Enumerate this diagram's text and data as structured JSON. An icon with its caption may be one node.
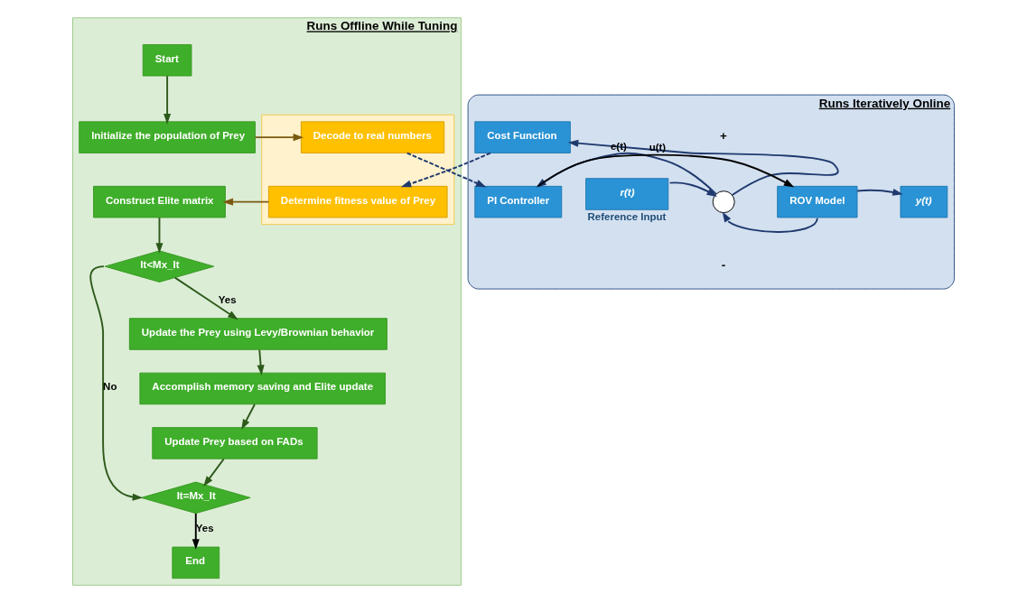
{
  "diagram": {
    "nodes": [
      {
        "text": [
          "Runs Offline While Tuning"
        ]
      },
      {
        "text": [
          "Start"
        ],
        "in": 0
      },
      {
        "text": [
          "Initialize the population of Prey"
        ],
        "in": 0
      },
      {
        "text": [
          "Construct Elite matrix"
        ],
        "in": 0
      },
      {
        "text": [
          "It<Mx_It"
        ],
        "in": 0
      },
      {
        "text": [
          "Update the Prey using Levy/Brownian behavior"
        ],
        "in": 0
      },
      {
        "text": [
          "Accomplish memory saving and Elite update"
        ],
        "in": 0
      },
      {
        "text": [
          "Update Prey based on FADs"
        ],
        "in": 0
      },
      {
        "text": [
          "It=Mx_It"
        ],
        "in": 0
      },
      {
        "text": [
          "End"
        ],
        "in": 0
      },
      {
        "text": [],
        "shape": "box",
        "in": 0
      },
      {
        "text": [
          "Decode to real numbers"
        ],
        "in": 10
      },
      {
        "text": [
          "Determine fitness value of Prey"
        ],
        "in": 10
      },
      {
        "text": [
          "Runs Iteratively Online"
        ]
      },
      {
        "text": [
          "Cost Function"
        ],
        "in": 13
      },
      {
        "text": [
          "r(t)"
        ],
        "in": 13,
        "beside": [
          "Reference Input"
        ]
      },
      {
        "text": [],
        "shape": "circle",
        "in": 13
      },
      {
        "text": [
          "PI Controller"
        ],
        "in": 13
      },
      {
        "text": [
          "ROV Model"
        ],
        "in": 13
      },
      {
        "text": [
          "y(t)"
        ],
        "in": 13
      }
    ],
    "edges": [
      {
        "from": 1,
        "to": 2,
        "arrow": "to",
        "color": "#2d5a1b"
      },
      {
        "from": 2,
        "to": 11,
        "arrow": "to",
        "color": "#7a5a10"
      },
      {
        "from": 12,
        "to": 3,
        "arrow": "to",
        "color": "#7a5a10"
      },
      {
        "from": 3,
        "to": 4,
        "arrow": "to",
        "color": "#2d5a1b"
      },
      {
        "from": 4,
        "to": 5,
        "label": "Yes",
        "arrow": "to",
        "color": "#2d5a1b"
      },
      {
        "from": 5,
        "to": 6,
        "arrow": "to",
        "color": "#2d5a1b"
      },
      {
        "from": 6,
        "to": 7,
        "arrow": "to",
        "color": "#2d5a1b"
      },
      {
        "from": 7,
        "to": 8,
        "arrow": "to",
        "color": "#2d5a1b"
      },
      {
        "from": 4,
        "to": 8,
        "label": "No",
        "arrow": "to",
        "color": "#2d5a1b"
      },
      {
        "from": 8,
        "to": 9,
        "label": "Yes",
        "arrow": "to",
        "color": "#000000"
      },
      {
        "from": 11,
        "to": 17,
        "arrow": "to",
        "style": "dashed"
      },
      {
        "from": 14,
        "to": 12,
        "arrow": "to",
        "style": "dashed"
      },
      {
        "from": 15,
        "to": 16,
        "arrow": "to"
      },
      {
        "from": 16,
        "to": 17,
        "label": "e(t)",
        "arrow": "to"
      },
      {
        "from": 16,
        "to": 14,
        "arrow": "to"
      },
      {
        "from": 17,
        "to": 18,
        "label": "u(t)",
        "arrow": "to",
        "color": "#000000"
      },
      {
        "from": 18,
        "to": 19,
        "arrow": "to"
      },
      {
        "from": 18,
        "to": 16,
        "arrow": "to"
      }
    ],
    "labels": [
      "+",
      "-"
    ]
  }
}
